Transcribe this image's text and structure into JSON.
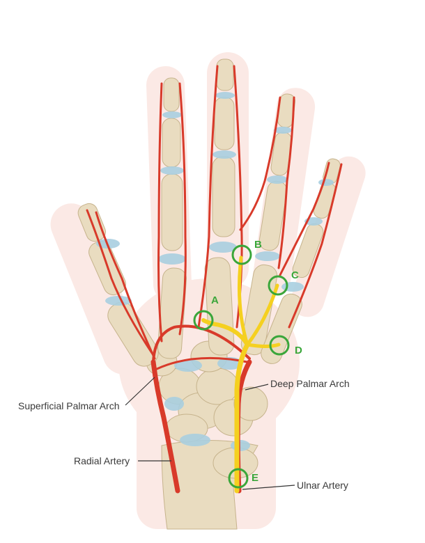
{
  "colors": {
    "skin": "#fbe9e5",
    "bone": "#e9dcc0",
    "bone_outline": "#c6b38c",
    "cartilage": "#a9cfe0",
    "artery": "#d83a2a",
    "nerve": "#f5d020",
    "marker": "#3aa63a",
    "leader": "#333333"
  },
  "labels": {
    "superficial_palmar_arch": "Superficial Palmar Arch",
    "deep_palmar_arch": "Deep Palmar Arch",
    "radial_artery": "Radial Artery",
    "ulnar_artery": "Ulnar Artery"
  },
  "markers": {
    "a": "A",
    "b": "B",
    "c": "C",
    "d": "D",
    "e": "E"
  }
}
